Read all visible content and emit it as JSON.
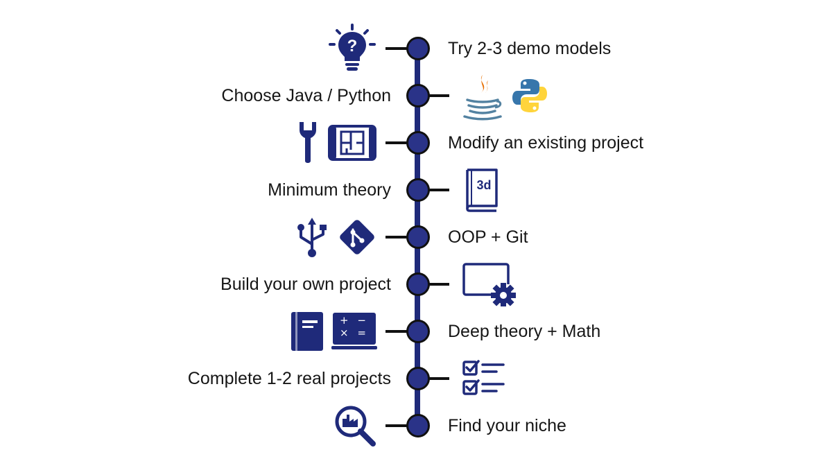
{
  "colors": {
    "accent": "#1f2a7a",
    "node": "#2a3388",
    "connector": "#111111",
    "java_red": "#e76f00",
    "java_blue": "#5382a1",
    "python_blue": "#3776ab",
    "python_yellow": "#ffd43b"
  },
  "steps": [
    {
      "label": "Try 2-3 demo models",
      "icons": [
        "lightbulb-question-icon"
      ]
    },
    {
      "label": "Choose Java / Python",
      "icons": [
        "java-icon",
        "python-icon"
      ]
    },
    {
      "label": "Modify an existing project",
      "icons": [
        "wrench-icon",
        "blueprint-icon"
      ]
    },
    {
      "label": "Minimum theory",
      "icons": [
        "book-3d-icon"
      ],
      "book_text": "3d"
    },
    {
      "label": "OOP + Git",
      "icons": [
        "usb-branch-icon",
        "git-icon"
      ]
    },
    {
      "label": "Build your own project",
      "icons": [
        "monitor-gear-icon"
      ]
    },
    {
      "label": "Deep theory + Math",
      "icons": [
        "book-icon",
        "calculator-board-icon"
      ],
      "board_text": "+ −\n× ="
    },
    {
      "label": "Complete 1-2 real projects",
      "icons": [
        "checklist-icon"
      ]
    },
    {
      "label": "Find your niche",
      "icons": [
        "magnifier-factory-icon"
      ]
    }
  ]
}
